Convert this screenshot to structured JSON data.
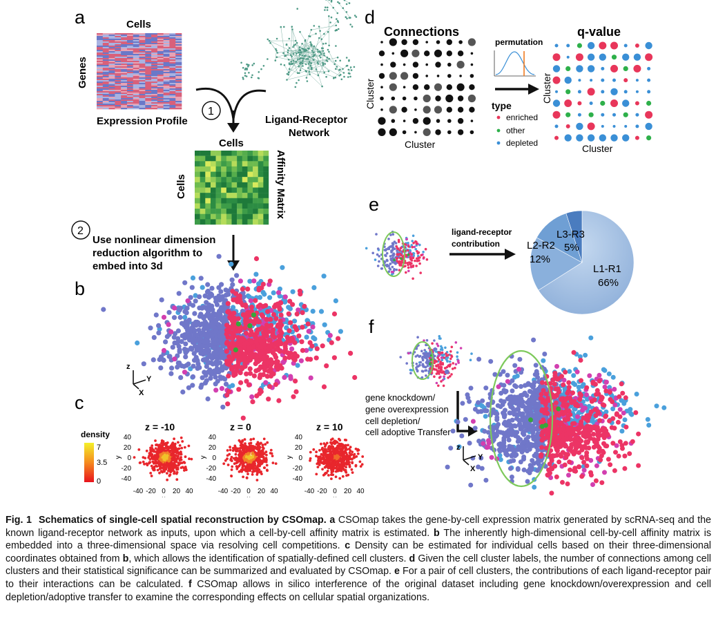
{
  "panels": {
    "a": {
      "letter": "a",
      "heatmap_cells_label": "Cells",
      "heatmap_genes_label": "Genes",
      "expression_label": "Expression Profile",
      "network_label_line1": "Ligand-Receptor",
      "network_label_line2": "Network",
      "step1": "1",
      "affinity_cells_top": "Cells",
      "affinity_cells_left": "Cells",
      "affinity_label": "Affinity Matrix",
      "step2": "2",
      "step2_line1": "Use nonlinear dimension",
      "step2_line2": "reduction algorithm to",
      "step2_line3": "embed into 3d"
    },
    "b": {
      "letter": "b",
      "axis_z": "z",
      "axis_y": "Y",
      "axis_x": "X"
    },
    "c": {
      "letter": "c",
      "legend_title": "density",
      "legend_ticks": [
        "7",
        "3.5",
        "0"
      ],
      "plots": [
        {
          "title": "z = -10"
        },
        {
          "title": "z = 0"
        },
        {
          "title": "z = 10"
        }
      ],
      "yticks": [
        "40",
        "20",
        "0",
        "-20",
        "-40"
      ],
      "xticks": [
        "-40",
        "-20",
        "0",
        "20",
        "40"
      ],
      "xlabel": "x",
      "ylabel": "y"
    },
    "d": {
      "letter": "d",
      "connections_title": "Connections",
      "qvalue_title": "q-value",
      "permutation_label": "permutation",
      "cluster_left_y": "Cluster",
      "cluster_left_x": "Cluster",
      "cluster_right_y": "Cluster",
      "cluster_right_x": "Cluster",
      "type_title": "type",
      "legend": [
        {
          "label": "enriched",
          "color": "#e8365a"
        },
        {
          "label": "other",
          "color": "#2eb04a"
        },
        {
          "label": "depleted",
          "color": "#3a8fd6"
        }
      ]
    },
    "e": {
      "letter": "e",
      "arrow_label_line1": "ligand-receptor",
      "arrow_label_line2": "contribution",
      "pie": [
        {
          "label": "L1-R1",
          "pct": "66%",
          "value": 66
        },
        {
          "label": "L2-R2",
          "pct": "12%",
          "value": 12
        },
        {
          "label": "L3-R3",
          "pct": "5%",
          "value": 5
        }
      ]
    },
    "f": {
      "letter": "f",
      "interference_lines": [
        "gene knockdown/",
        "gene overexpression",
        "cell depletion/",
        "cell adoptive Transfer"
      ],
      "axis_z": "z",
      "axis_y": "Y",
      "axis_x": "X"
    }
  },
  "colors": {
    "cluster_purple": "#7077c9",
    "cluster_blue": "#4aa0dc",
    "cluster_red": "#ec3465",
    "cluster_magenta": "#d23fb0",
    "cluster_green": "#36a83a",
    "network_green": "#4e9a86",
    "ellipse_green": "#7dc95b",
    "pie_light": "#a9c4e4",
    "pie_mid": "#6f9fd4",
    "pie_dark": "#4a7cbf"
  },
  "caption": {
    "figno": "Fig. 1",
    "title": "Schematics of single-cell spatial reconstruction by CSOmap.",
    "a_lbl": "a",
    "a_text": "CSOmap takes the gene-by-cell expression matrix generated by scRNA-seq and the known ligand-receptor network as inputs, upon which a cell-by-cell affinity matrix is estimated.",
    "b_lbl": "b",
    "b_text": "The inherently high-dimensional cell-by-cell affinity matrix is embedded into a three-dimensional space via resolving cell competitions.",
    "c_lbl": "c",
    "c_text": "Density can be estimated for individual cells based on their three-dimensional coordinates obtained from",
    "c_ref": "b",
    "c_text2": ", which allows the identification of spatially-defined cell clusters.",
    "d_lbl": "d",
    "d_text": "Given the cell cluster labels, the number of connections among cell clusters and their statistical significance can be summarized and evaluated by CSOmap.",
    "e_lbl": "e",
    "e_text": "For a pair of cell clusters, the contributions of each ligand-receptor pair to their interactions can be calculated.",
    "f_lbl": "f",
    "f_text": "CSOmap allows in silico interference of the original dataset including gene knockdown/overexpression and cell depletion/adoptive transfer to examine the corresponding effects on cellular spatial organizations."
  }
}
